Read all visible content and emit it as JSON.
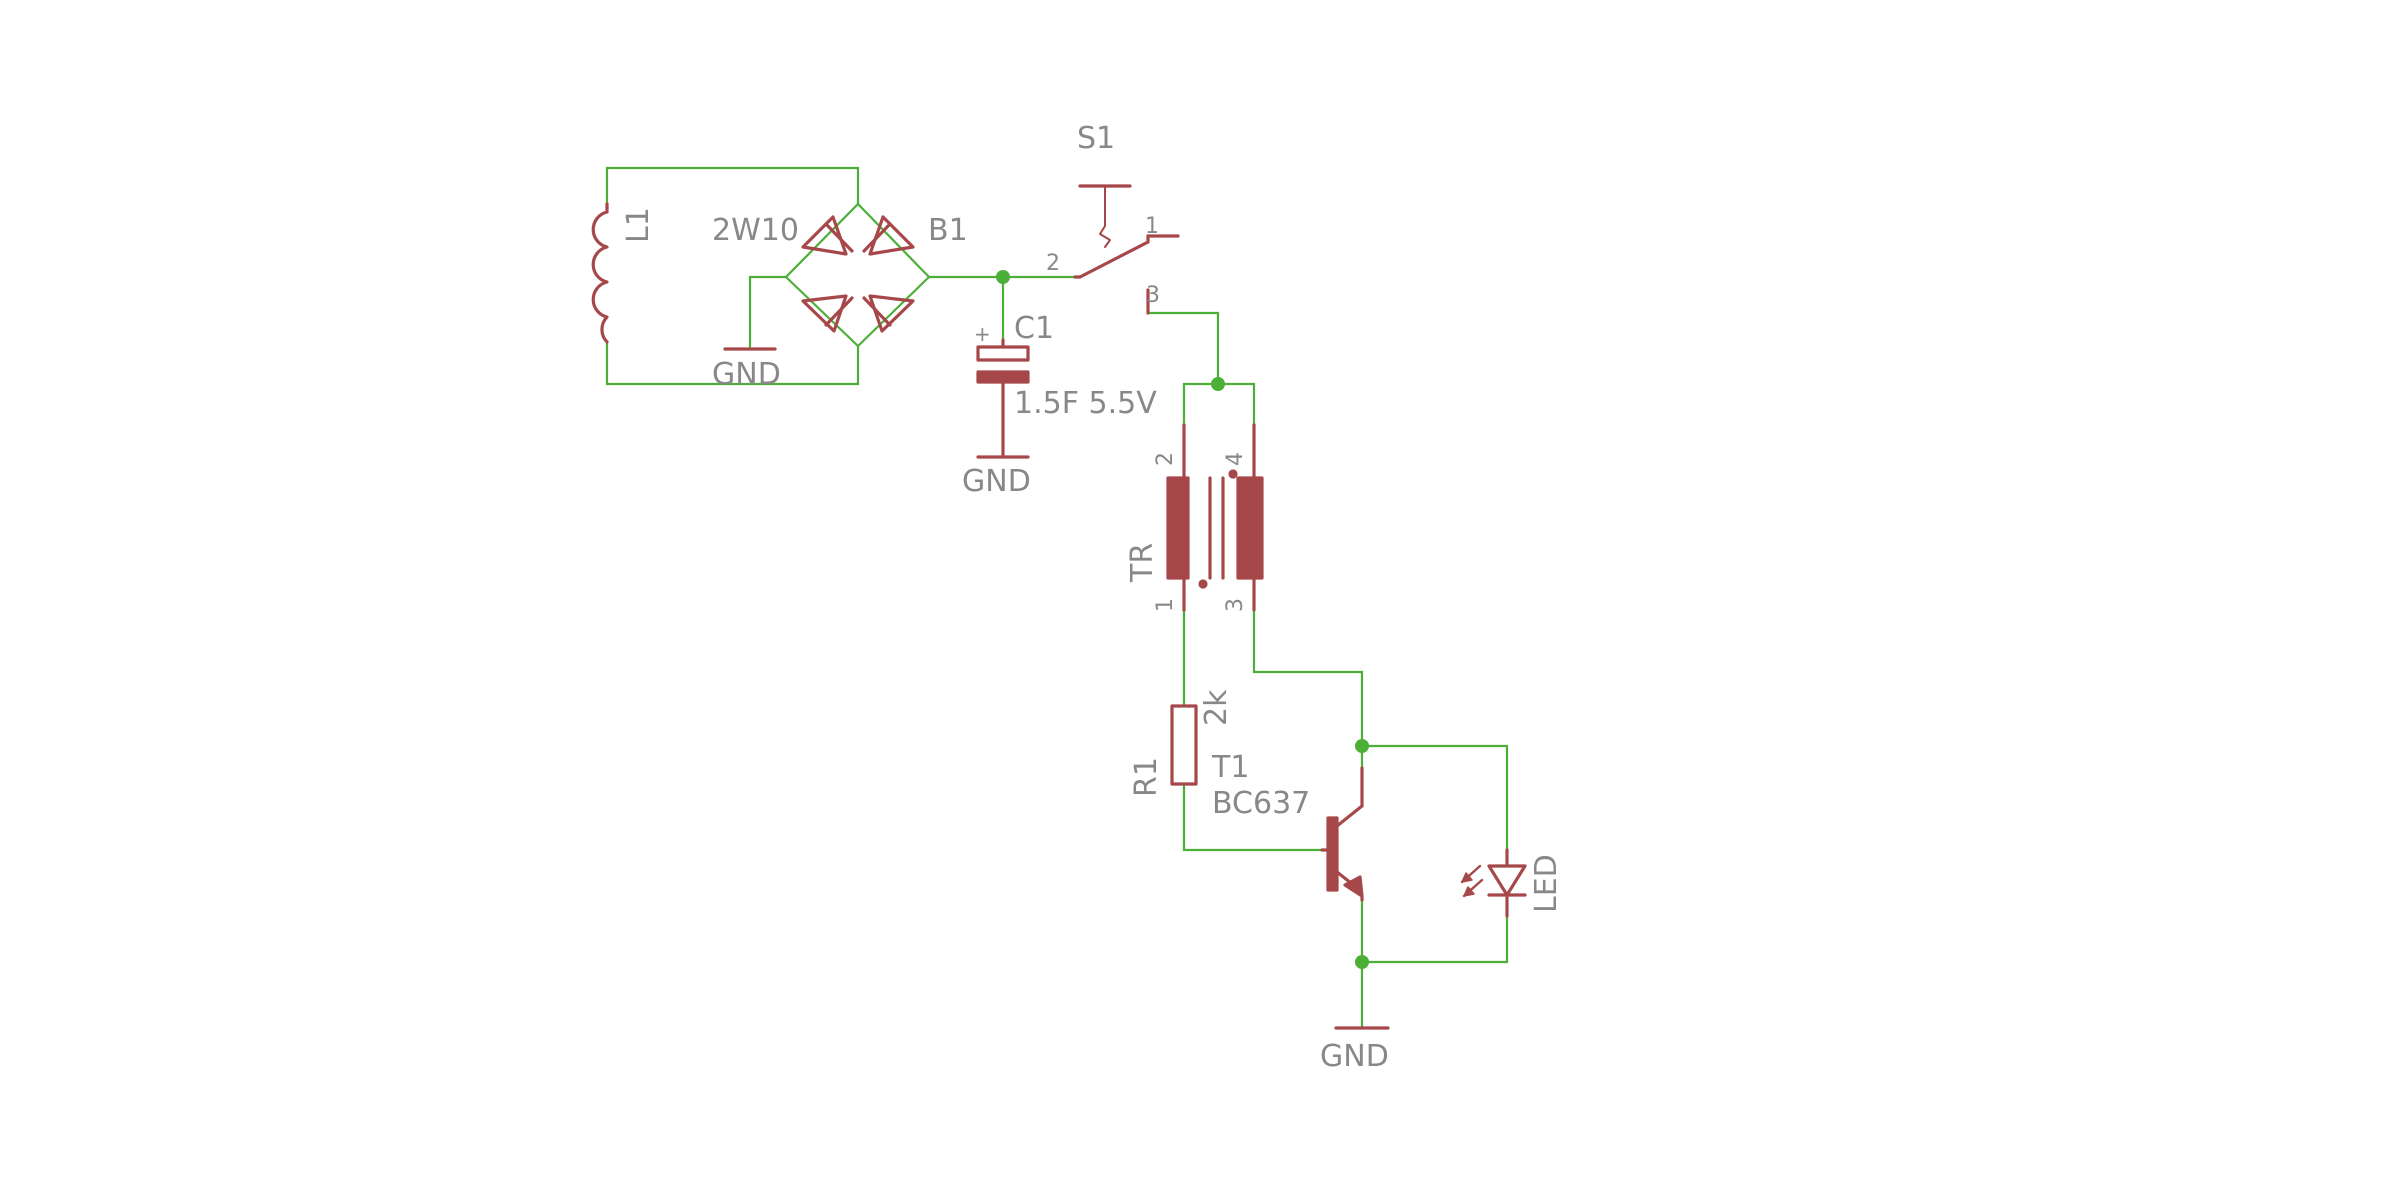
{
  "colors": {
    "wire": "#4caf38",
    "symbol": "#a6484a",
    "text": "#888888",
    "junction": "#4caf38",
    "background": "#ffffff"
  },
  "components": {
    "l1": {
      "name": "L1"
    },
    "b1": {
      "name": "B1",
      "value": "2W10"
    },
    "c1": {
      "name": "C1",
      "value": "1.5F 5.5V",
      "polarity": "+"
    },
    "s1": {
      "name": "S1",
      "pins": [
        "1",
        "2",
        "3"
      ]
    },
    "tr": {
      "name": "TR",
      "pins": [
        "1",
        "2",
        "3",
        "4"
      ]
    },
    "r1": {
      "name": "R1",
      "value": "2k"
    },
    "t1": {
      "name": "T1",
      "value": "BC637"
    },
    "led": {
      "name": "LED"
    }
  },
  "supplies": {
    "gnd_bridge": "GND",
    "gnd_cap": "GND",
    "gnd_main": "GND"
  }
}
